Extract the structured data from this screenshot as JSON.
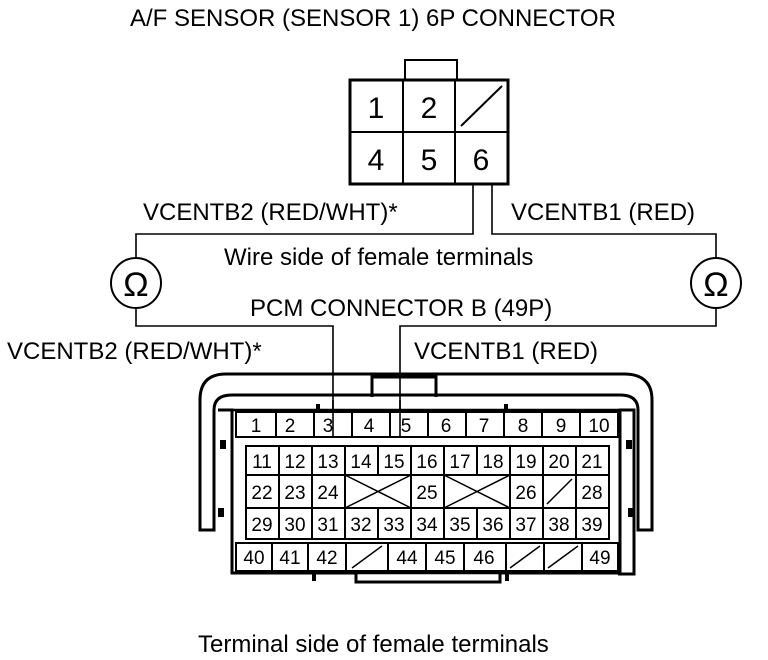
{
  "title": "A/F SENSOR (SENSOR 1) 6P CONNECTOR",
  "sensor_connector": {
    "pins_top": [
      "1",
      "2"
    ],
    "pins_bottom": [
      "4",
      "5",
      "6"
    ]
  },
  "wires": {
    "vcentb2_upper": "VCENTB2 (RED/WHT)*",
    "vcentb1_upper": "VCENTB1 (RED)",
    "vcentb2_lower": "VCENTB2 (RED/WHT)*",
    "vcentb1_lower": "VCENTB1 (RED)"
  },
  "wire_side_label": "Wire side of female terminals",
  "ohmmeter_symbol": "Ω",
  "pcm_connector_label": "PCM CONNECTOR B (49P)",
  "pcm_connector": {
    "row1": [
      "1",
      "2",
      "3",
      "4",
      "5",
      "6",
      "7",
      "8",
      "9",
      "10"
    ],
    "row2": [
      "11",
      "12",
      "13",
      "14",
      "15",
      "16",
      "17",
      "18",
      "19",
      "20",
      "21"
    ],
    "row3": [
      "22",
      "23",
      "24",
      "25",
      "26",
      "28"
    ],
    "row4": [
      "29",
      "30",
      "31",
      "32",
      "33",
      "34",
      "35",
      "36",
      "37",
      "38",
      "39"
    ],
    "row5": [
      "40",
      "41",
      "42",
      "44",
      "45",
      "46",
      "49"
    ]
  },
  "terminal_side_label": "Terminal side of female terminals"
}
